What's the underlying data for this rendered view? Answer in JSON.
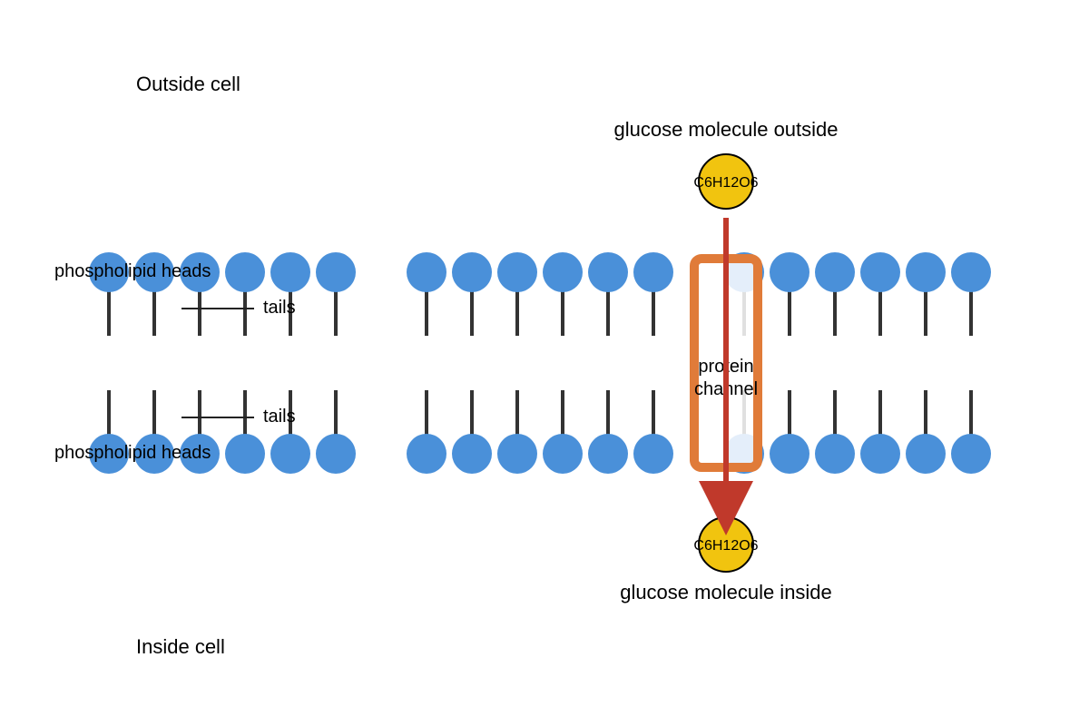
{
  "labels": {
    "outside_cell": "Outside cell",
    "inside_cell": "Inside cell",
    "glucose_outside": "glucose molecule outside",
    "glucose_inside": "glucose molecule inside",
    "heads_top": "phospholipid heads",
    "heads_bottom": "phospholipid heads",
    "tails_top": "tails",
    "tails_bottom": "tails",
    "protein_line1": "protein",
    "protein_line2": "channel",
    "glucose_formula_outside": "C6H12O6",
    "glucose_formula_inside": "C6H12O6"
  },
  "colors": {
    "phospholipid_head": "#4a90d9",
    "lipid_tail": "#333333",
    "protein_channel": "#e07b39",
    "glucose": "#f1c40f",
    "transport_arrow": "#c0392b",
    "pointer_line": "#222222"
  },
  "icons": {
    "phospholipid": "circle-with-tail",
    "glucose": "yellow-circle",
    "protein_channel": "rounded-rectangle",
    "transport_arrow": "down-arrow"
  }
}
